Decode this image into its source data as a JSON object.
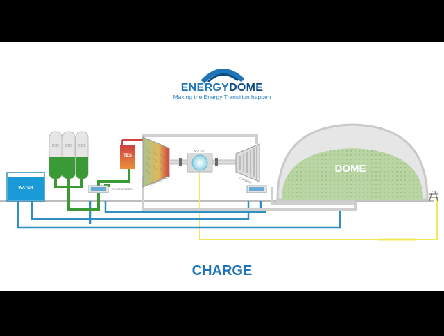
{
  "brand": {
    "name_part1": "ENERGY",
    "name_part2": "DOME",
    "tagline": "Making the Energy Transition happen"
  },
  "tanks": {
    "label": "CO2"
  },
  "components": {
    "water": "WATER",
    "tes": "TES",
    "condenser": "CONDENSER",
    "compressor": "COMPRESSOR",
    "motor": "MOTOR",
    "turbine": "TURBINE",
    "dome": "DOME"
  },
  "mode": "CHARGE",
  "colors": {
    "brand_blue": "#1f74b7",
    "brand_dark": "#0b4c86",
    "co2_green": "#3a9a35",
    "pipe_gray": "#cfcfcf",
    "pipe_blue": "#2f8fc0",
    "power_yellow": "#f2ea5c",
    "dome_fill": "#b9d5a3",
    "tes_red": "#d0423f"
  }
}
